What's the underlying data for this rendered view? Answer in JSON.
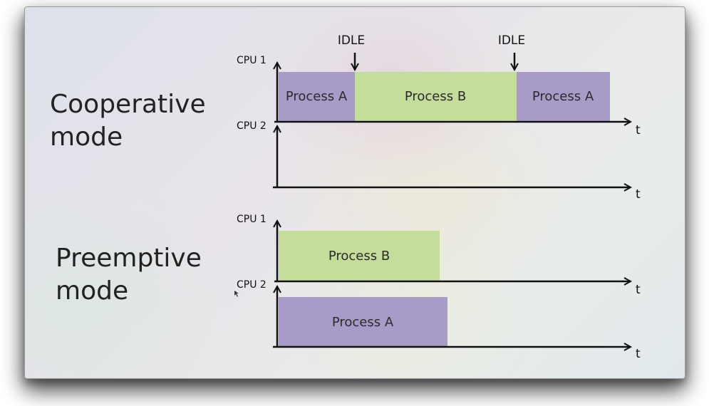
{
  "cooperative": {
    "title_line1": "Cooperative",
    "title_line2": "mode",
    "cpu1_label": "CPU 1",
    "cpu2_label": "CPU 2",
    "time_label_1": "t",
    "time_label_2": "t",
    "idle_label_1": "IDLE",
    "idle_label_2": "IDLE",
    "process_a_1": "Process A",
    "process_b": "Process B",
    "process_a_2": "Process A"
  },
  "preemptive": {
    "title_line1": "Preemptive",
    "title_line2": "mode",
    "cpu1_label": "CPU 1",
    "cpu2_label": "CPU 2",
    "time_label_1": "t",
    "time_label_2": "t",
    "process_b": "Process B",
    "process_a": "Process A"
  },
  "colors": {
    "process_a": "#a99bc7",
    "process_b": "#c5dd9a",
    "axis": "#111111"
  }
}
